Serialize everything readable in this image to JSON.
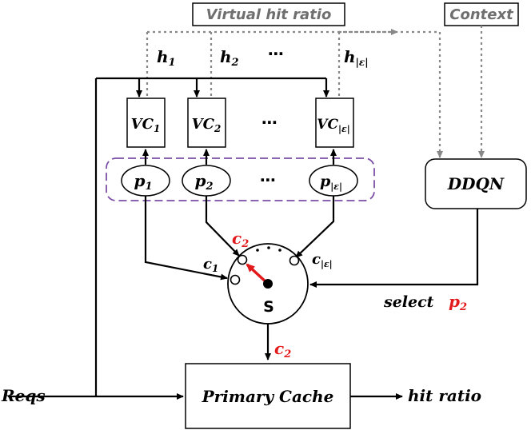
{
  "top_labels": {
    "virtual_hit_ratio": "Virtual hit ratio",
    "context": "Context"
  },
  "hit_labels": {
    "h1": "h",
    "h1_sub": "1",
    "h2": "h",
    "h2_sub": "2",
    "hE": "h",
    "hE_sub": "|ε|",
    "dots": "⋯"
  },
  "virtual_caches": [
    {
      "base": "VC",
      "sub": "1"
    },
    {
      "base": "VC",
      "sub": "2"
    },
    {
      "base": "VC",
      "sub": "|ε|"
    }
  ],
  "vc_dots": "⋯",
  "policies": [
    {
      "base": "p",
      "sub": "1"
    },
    {
      "base": "p",
      "sub": "2"
    },
    {
      "base": "p",
      "sub": "|ε|"
    }
  ],
  "policy_dots": "⋯",
  "ddqn": "DDQN",
  "selector": {
    "label": "S",
    "c1": "c",
    "c1_sub": "1",
    "c2": "c",
    "c2_sub": "2",
    "cE": "c",
    "cE_sub": "|ε|"
  },
  "select_text": "select",
  "select_p": "p",
  "select_p_sub": "2",
  "output_c": "c",
  "output_c_sub": "2",
  "reqs": "Reqs",
  "primary_cache": "Primary Cache",
  "hit_ratio": "hit ratio",
  "colors": {
    "accent_red": "#e31a1c",
    "dashed_purple": "#7b4fa6",
    "dotted_gray": "#888888"
  }
}
